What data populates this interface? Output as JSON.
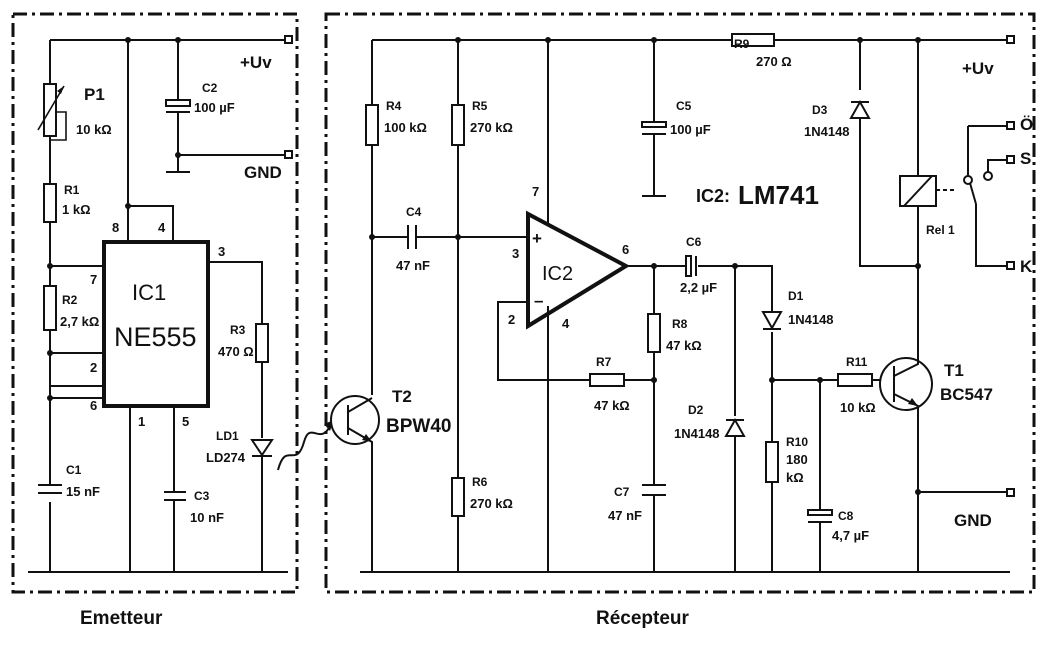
{
  "emitter": {
    "caption": "Emetteur",
    "p1": {
      "ref": "P1",
      "value": "10 kΩ"
    },
    "r1": {
      "ref": "R1",
      "value": "1 kΩ"
    },
    "r2": {
      "ref": "R2",
      "value": "2,7 kΩ"
    },
    "r3": {
      "ref": "R3",
      "value": "470 Ω"
    },
    "c1": {
      "ref": "C1",
      "value": "15 nF"
    },
    "c2": {
      "ref": "C2",
      "value": "100 µF"
    },
    "c3": {
      "ref": "C3",
      "value": "10 nF"
    },
    "ld1": {
      "ref": "LD1",
      "value": "LD274"
    },
    "ic1": {
      "ref": "IC1",
      "part": "NE555",
      "pins": [
        "8",
        "4",
        "3",
        "7",
        "2",
        "6",
        "1",
        "5"
      ]
    },
    "uv": "+Uv",
    "gnd": "GND"
  },
  "receiver": {
    "caption": "Récepteur",
    "r4": {
      "ref": "R4",
      "value": "100 kΩ"
    },
    "r5": {
      "ref": "R5",
      "value": "270 kΩ"
    },
    "r6": {
      "ref": "R6",
      "value": "270 kΩ"
    },
    "r7": {
      "ref": "R7",
      "value": "47 kΩ"
    },
    "r8": {
      "ref": "R8",
      "value": "47 kΩ"
    },
    "r9": {
      "ref": "R9",
      "value": "270 Ω"
    },
    "r10": {
      "ref": "R10",
      "value": "180",
      "value2": "kΩ"
    },
    "r11": {
      "ref": "R11",
      "value": "10 kΩ"
    },
    "c4": {
      "ref": "C4",
      "value": "47 nF"
    },
    "c5": {
      "ref": "C5",
      "value": "100 µF"
    },
    "c6": {
      "ref": "C6",
      "value": "2,2 µF"
    },
    "c7": {
      "ref": "C7",
      "value": "47 nF"
    },
    "c8": {
      "ref": "C8",
      "value": "4,7 µF"
    },
    "d1": {
      "ref": "D1",
      "value": "1N4148"
    },
    "d2": {
      "ref": "D2",
      "value": "1N4148"
    },
    "d3": {
      "ref": "D3",
      "value": "1N4148"
    },
    "t1": {
      "ref": "T1",
      "value": "BC547"
    },
    "t2": {
      "ref": "T2",
      "value": "BPW40"
    },
    "ic2": {
      "ref": "IC2",
      "title_prefix": "IC2:",
      "title_part": "LM741",
      "pins": [
        "7",
        "3",
        "2",
        "6",
        "4"
      ],
      "plus": "+",
      "minus": "–"
    },
    "relay": {
      "ref": "Rel 1"
    },
    "contacts": {
      "o": "Ö",
      "s": "S",
      "k": "K"
    },
    "uv": "+Uv",
    "gnd": "GND"
  }
}
